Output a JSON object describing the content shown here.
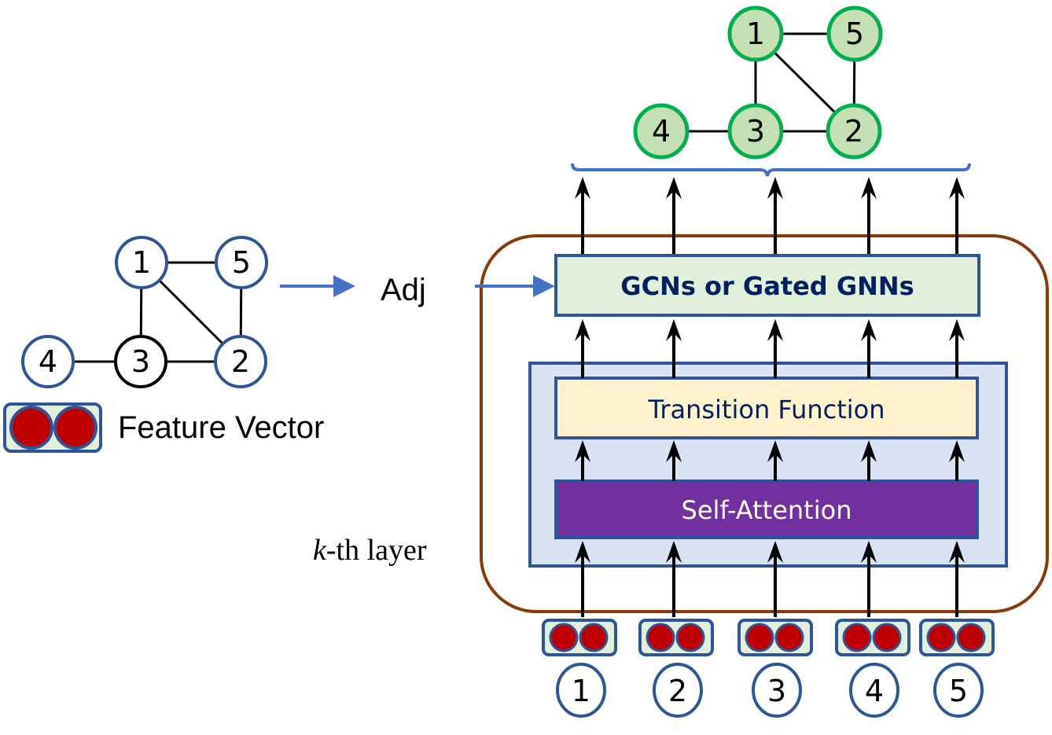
{
  "colors": {
    "node_stroke": "#2f5597",
    "output_node_fill": "#c5e0b4",
    "output_node_stroke": "#00b050",
    "feature_fill": "#c00000",
    "feature_box_fill": "#e2efda",
    "gcn_fill": "#e2efda",
    "transition_fill": "#fff2cc",
    "attention_fill": "#7030a0",
    "inner_box_fill": "#dae3f3",
    "layer_border": "#843c0c",
    "blue_arrow": "#4472c4",
    "text_dark": "#002060"
  },
  "input_graph": {
    "nodes": [
      {
        "id": "1",
        "label": "1"
      },
      {
        "id": "5",
        "label": "5"
      },
      {
        "id": "4",
        "label": "4"
      },
      {
        "id": "3",
        "label": "3"
      },
      {
        "id": "2",
        "label": "2"
      }
    ],
    "edges": [
      [
        "1",
        "5"
      ],
      [
        "1",
        "3"
      ],
      [
        "1",
        "2"
      ],
      [
        "5",
        "2"
      ],
      [
        "4",
        "3"
      ],
      [
        "3",
        "2"
      ]
    ]
  },
  "output_graph": {
    "nodes": [
      {
        "id": "1",
        "label": "1"
      },
      {
        "id": "5",
        "label": "5"
      },
      {
        "id": "4",
        "label": "4"
      },
      {
        "id": "3",
        "label": "3"
      },
      {
        "id": "2",
        "label": "2"
      }
    ],
    "edges": [
      [
        "1",
        "5"
      ],
      [
        "1",
        "3"
      ],
      [
        "1",
        "2"
      ],
      [
        "5",
        "2"
      ],
      [
        "4",
        "3"
      ],
      [
        "3",
        "2"
      ]
    ]
  },
  "legend": {
    "feature_vector_label": "Feature Vector"
  },
  "adj_label": "Adj",
  "layer_label": {
    "italic_part": "k",
    "rest": "-th layer"
  },
  "blocks": {
    "gcn": "GCNs or Gated GNNs",
    "transition": "Transition Function",
    "attention": "Self-Attention"
  },
  "input_tokens": [
    "1",
    "2",
    "3",
    "4",
    "5"
  ]
}
